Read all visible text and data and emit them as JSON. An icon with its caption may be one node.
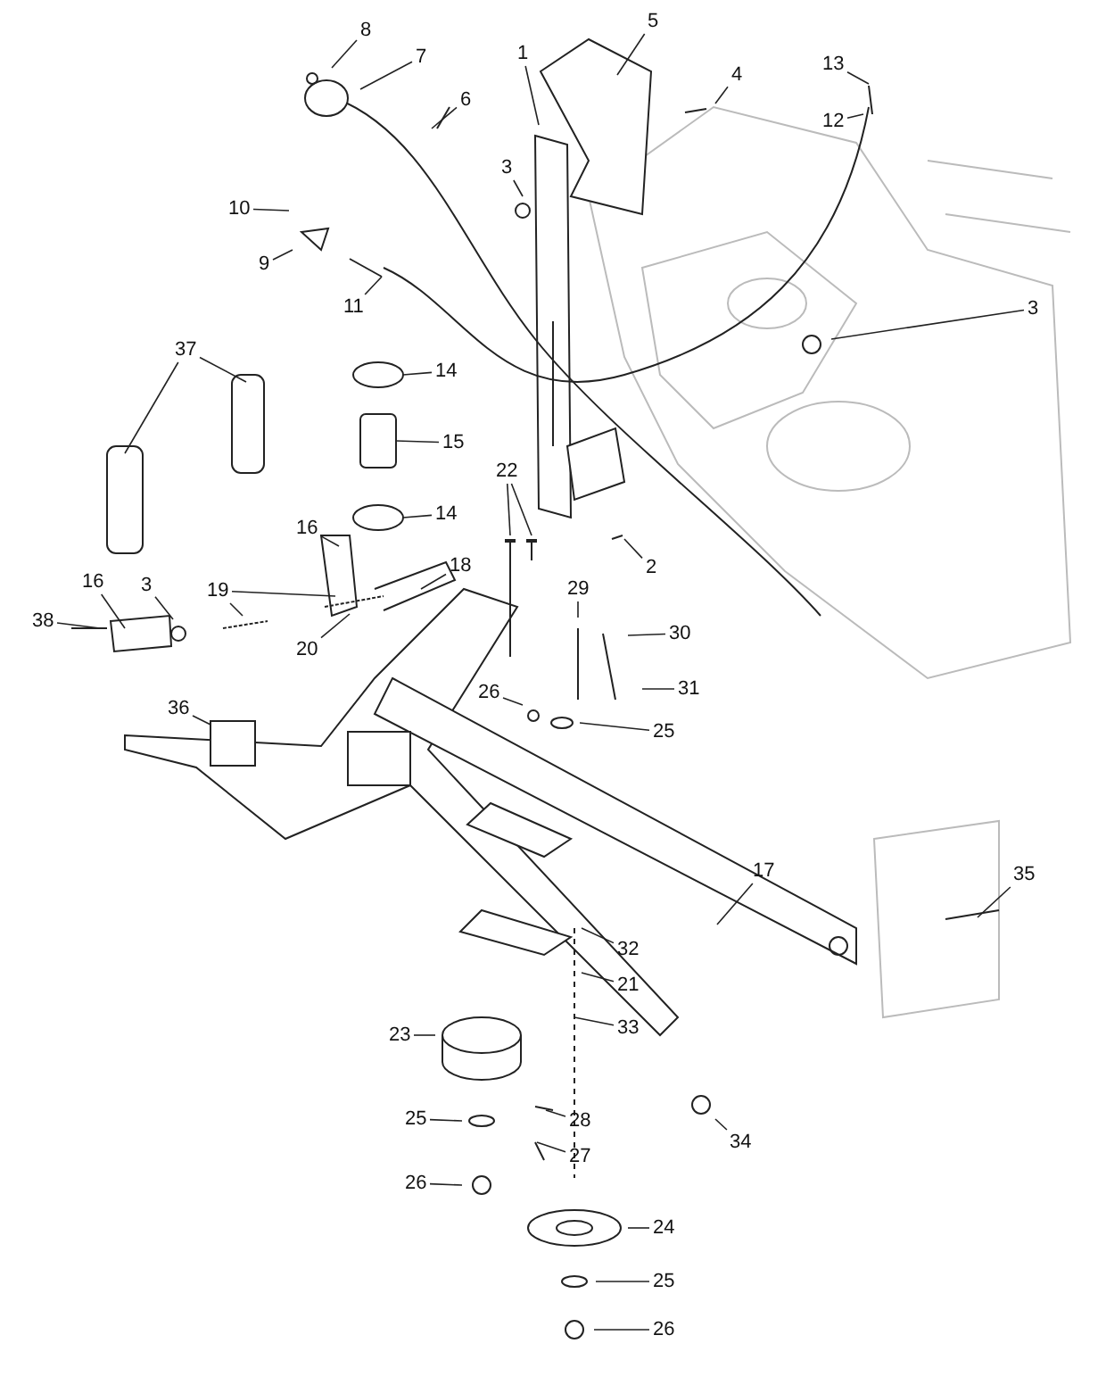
{
  "diagram": {
    "nodes": [
      {
        "text": [
          "1"
        ]
      },
      {
        "text": [
          "5"
        ]
      },
      {
        "text": [
          "8"
        ]
      },
      {
        "text": [
          "13"
        ]
      },
      {
        "text": [
          "7"
        ]
      },
      {
        "text": [
          "4"
        ]
      },
      {
        "text": [
          "6"
        ]
      },
      {
        "text": [
          "12"
        ]
      },
      {
        "text": [
          "3"
        ]
      },
      {
        "text": [
          "10"
        ]
      },
      {
        "text": [
          "9"
        ]
      },
      {
        "text": [
          "11"
        ]
      },
      {
        "text": [
          "3"
        ]
      },
      {
        "text": [
          "37"
        ]
      },
      {
        "text": [
          "14"
        ]
      },
      {
        "text": [
          "15"
        ]
      },
      {
        "text": [
          "14"
        ]
      },
      {
        "text": [
          "22"
        ]
      },
      {
        "text": [
          "16"
        ]
      },
      {
        "text": [
          "29"
        ]
      },
      {
        "text": [
          "18"
        ]
      },
      {
        "text": [
          "2"
        ]
      },
      {
        "text": [
          "16"
        ]
      },
      {
        "text": [
          "3"
        ]
      },
      {
        "text": [
          "19"
        ]
      },
      {
        "text": [
          "38"
        ]
      },
      {
        "text": [
          "30"
        ]
      },
      {
        "text": [
          "20"
        ]
      },
      {
        "text": [
          "31"
        ]
      },
      {
        "text": [
          "26"
        ]
      },
      {
        "text": [
          "36"
        ]
      },
      {
        "text": [
          "25"
        ]
      },
      {
        "text": [
          "17"
        ]
      },
      {
        "text": [
          "35"
        ]
      },
      {
        "text": [
          "32"
        ]
      },
      {
        "text": [
          "21"
        ]
      },
      {
        "text": [
          "33"
        ]
      },
      {
        "text": [
          "23"
        ]
      },
      {
        "text": [
          "25"
        ]
      },
      {
        "text": [
          "28"
        ]
      },
      {
        "text": [
          "34"
        ]
      },
      {
        "text": [
          "27"
        ]
      },
      {
        "text": [
          "26"
        ]
      },
      {
        "text": [
          "24"
        ]
      },
      {
        "text": [
          "25"
        ]
      },
      {
        "text": [
          "26"
        ]
      }
    ],
    "edges": [
      {
        "from": 0,
        "to": null,
        "arrow": "none"
      },
      {
        "from": 1,
        "to": null,
        "arrow": "none"
      },
      {
        "from": 2,
        "to": null,
        "arrow": "none"
      },
      {
        "from": 3,
        "to": null,
        "arrow": "none"
      },
      {
        "from": 4,
        "to": null,
        "arrow": "none"
      },
      {
        "from": 5,
        "to": null,
        "arrow": "none"
      },
      {
        "from": 6,
        "to": null,
        "arrow": "none"
      },
      {
        "from": 7,
        "to": null,
        "arrow": "none"
      },
      {
        "from": 8,
        "to": null,
        "arrow": "none"
      },
      {
        "from": 9,
        "to": null,
        "arrow": "none"
      },
      {
        "from": 10,
        "to": null,
        "arrow": "none"
      },
      {
        "from": 11,
        "to": null,
        "arrow": "none"
      },
      {
        "from": 12,
        "to": null,
        "arrow": "none"
      },
      {
        "from": 13,
        "to": null,
        "arrow": "none"
      },
      {
        "from": 13,
        "to": null,
        "arrow": "none"
      },
      {
        "from": 14,
        "to": null,
        "arrow": "none"
      },
      {
        "from": 15,
        "to": null,
        "arrow": "none"
      },
      {
        "from": 16,
        "to": null,
        "arrow": "none"
      },
      {
        "from": 17,
        "to": null,
        "arrow": "none"
      },
      {
        "from": 17,
        "to": null,
        "arrow": "none"
      },
      {
        "from": 18,
        "to": null,
        "arrow": "none"
      },
      {
        "from": 19,
        "to": null,
        "arrow": "none"
      },
      {
        "from": 20,
        "to": null,
        "arrow": "none"
      },
      {
        "from": 21,
        "to": null,
        "arrow": "none"
      },
      {
        "from": 22,
        "to": null,
        "arrow": "none"
      },
      {
        "from": 23,
        "to": null,
        "arrow": "none"
      },
      {
        "from": 24,
        "to": null,
        "arrow": "none"
      },
      {
        "from": 24,
        "to": null,
        "arrow": "none"
      },
      {
        "from": 25,
        "to": null,
        "arrow": "none"
      },
      {
        "from": 26,
        "to": null,
        "arrow": "none"
      },
      {
        "from": 27,
        "to": null,
        "arrow": "none"
      },
      {
        "from": 28,
        "to": null,
        "arrow": "none"
      },
      {
        "from": 29,
        "to": null,
        "arrow": "none"
      },
      {
        "from": 30,
        "to": null,
        "arrow": "none"
      },
      {
        "from": 31,
        "to": null,
        "arrow": "none"
      },
      {
        "from": 32,
        "to": null,
        "arrow": "none"
      },
      {
        "from": 33,
        "to": null,
        "arrow": "none"
      },
      {
        "from": 34,
        "to": null,
        "arrow": "none"
      },
      {
        "from": 35,
        "to": null,
        "arrow": "none"
      },
      {
        "from": 36,
        "to": null,
        "arrow": "none"
      },
      {
        "from": 37,
        "to": null,
        "arrow": "none"
      },
      {
        "from": 38,
        "to": null,
        "arrow": "none"
      },
      {
        "from": 39,
        "to": null,
        "arrow": "none"
      },
      {
        "from": 40,
        "to": null,
        "arrow": "none"
      },
      {
        "from": 41,
        "to": null,
        "arrow": "none"
      },
      {
        "from": 42,
        "to": null,
        "arrow": "none"
      },
      {
        "from": 43,
        "to": null,
        "arrow": "none"
      },
      {
        "from": 44,
        "to": null,
        "arrow": "none"
      },
      {
        "from": 45,
        "to": null,
        "arrow": "none"
      }
    ]
  }
}
